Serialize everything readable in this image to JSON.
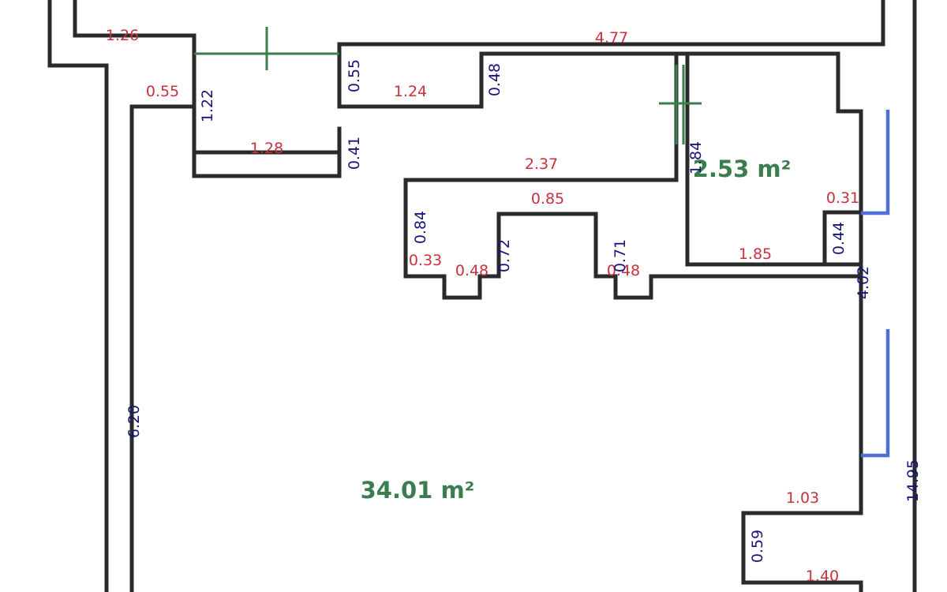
{
  "colors": {
    "wall": "#2a2a2a",
    "horizontal_dimension": "#c8313c",
    "vertical_dimension": "#17157a",
    "area_label": "#3a7d4e",
    "door": "#3a7d4e",
    "window": "#4f6fd6"
  },
  "rooms": [
    {
      "area": "34.01 m²"
    },
    {
      "area": "2.53 m²"
    }
  ],
  "dimensions": {
    "horizontal": [
      "1.26",
      "4.77",
      "0.55",
      "1.24",
      "1.28",
      "2.37",
      "0.85",
      "0.31",
      "0.33",
      "0.48",
      "0.48",
      "1.85",
      "1.03",
      "1.40"
    ],
    "vertical": [
      "0.55",
      "0.48",
      "1.22",
      "0.41",
      "1.84",
      "0.84",
      "0.72",
      "0.71",
      "0.44",
      "4.02",
      "6.20",
      "14.95",
      "0.59"
    ]
  }
}
